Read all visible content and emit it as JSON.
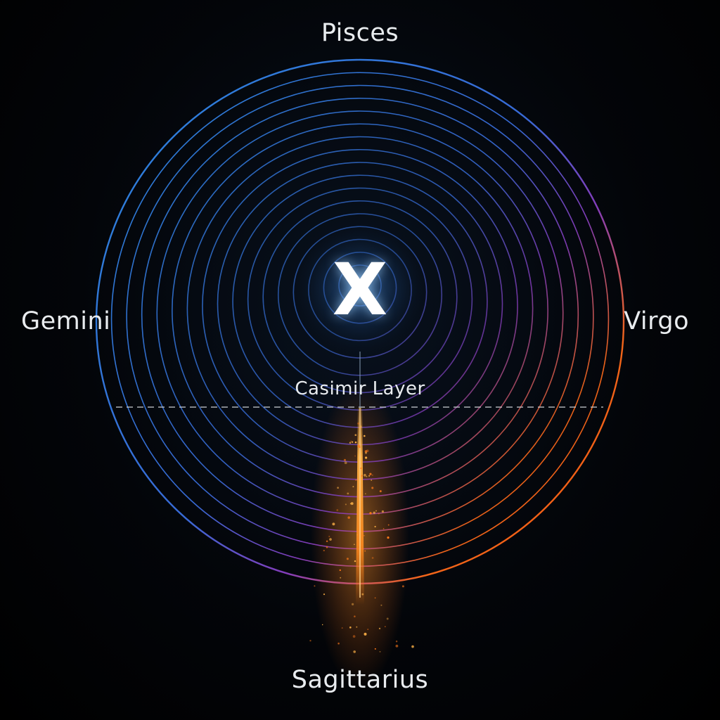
{
  "labels": {
    "top": "Pisces",
    "left": "Gemini",
    "right": "Virgo",
    "bottom": "Sagittarius",
    "layer": "Casimir Layer",
    "center": "X"
  },
  "colors": {
    "background": "#000000",
    "field_blue": "#2f86e6",
    "field_purple": "#8a3fc4",
    "field_orange": "#ff6a1a",
    "beam": "#ffb347",
    "text": "#e9ecef"
  }
}
